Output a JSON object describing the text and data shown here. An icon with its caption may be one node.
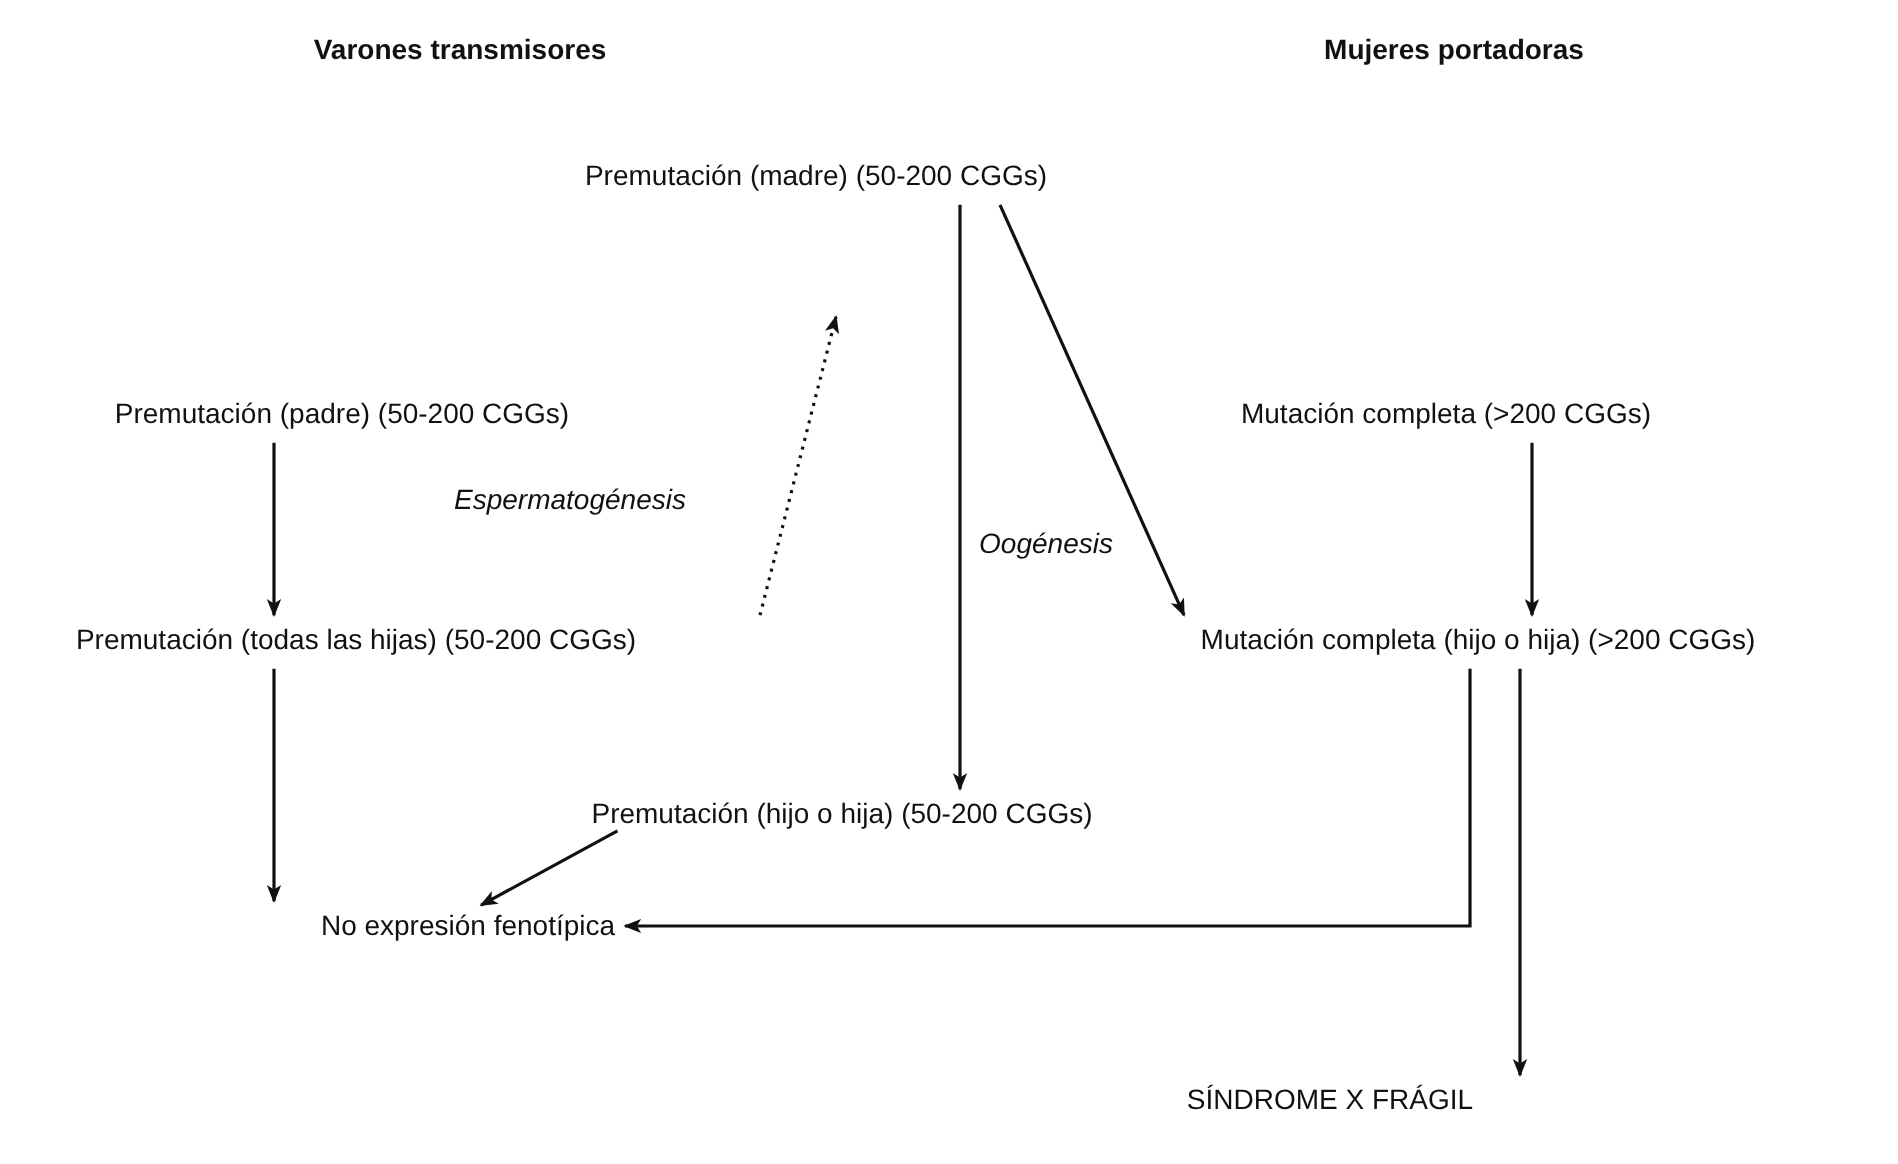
{
  "diagram": {
    "nodes": [
      {
        "text": [
          "Premutación (madre) (50-200 CGGs)"
        ]
      },
      {
        "text": [
          "Premutación (padre) (50-200 CGGs)"
        ]
      },
      {
        "text": [
          "Mutación completa (>200 CGGs)"
        ]
      },
      {
        "text": [
          "Premutación (todas las hijas) (50-200 CGGs)"
        ]
      },
      {
        "text": [
          "Mutación completa (hijo o hija) (>200 CGGs)"
        ]
      },
      {
        "text": [
          "Premutación (hijo o hija) (50-200 CGGs)"
        ]
      },
      {
        "text": [
          "No expresión fenotípica"
        ]
      },
      {
        "text": [
          "SÍNDROME X FRÁGIL"
        ]
      }
    ],
    "edges": [
      {
        "from": 1,
        "to": 3,
        "arrow": "to"
      },
      {
        "from": 3,
        "to": 0,
        "arrow": "to",
        "style": "dashed"
      },
      {
        "from": 0,
        "to": 5,
        "arrow": "to"
      },
      {
        "from": 0,
        "to": 4,
        "arrow": "to"
      },
      {
        "from": 2,
        "to": 4,
        "arrow": "to"
      },
      {
        "from": 3,
        "to": 6,
        "arrow": "to"
      },
      {
        "from": 5,
        "to": 6,
        "arrow": "to"
      },
      {
        "from": 4,
        "to": 6,
        "arrow": "to"
      },
      {
        "from": 4,
        "to": 7,
        "arrow": "to"
      }
    ],
    "labels": [
      "Varones transmisores",
      "Mujeres portadoras",
      "Espermatogénesis",
      "Oogénesis"
    ]
  }
}
